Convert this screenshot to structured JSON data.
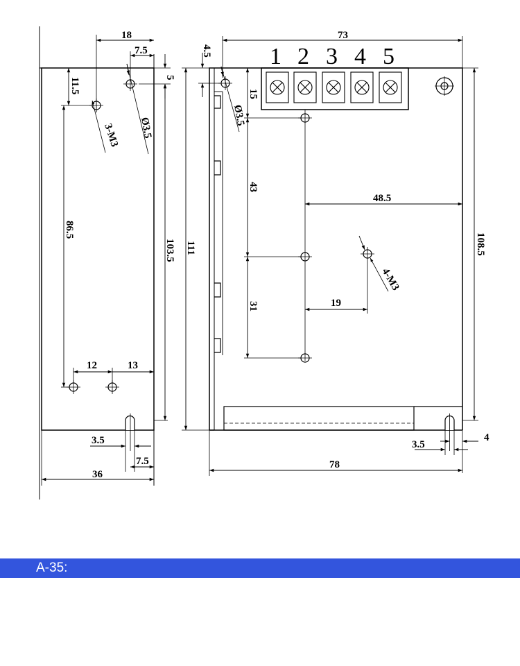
{
  "drawing": {
    "side_view": {
      "top_width": "18",
      "hole_edge_offset": "7.5",
      "hole_top_offset": "5",
      "screw_top_offset": "11.5",
      "screw_spacing": "86.5",
      "screw_callout": "3-M3",
      "hole_callout": "Ø3.5",
      "hole_height": "103.5",
      "bottom_spacing_left": "12",
      "bottom_spacing_right": "13",
      "slot_width": "3.5",
      "slot_edge_offset": "7.5",
      "total_width": "36"
    },
    "front_view": {
      "total_height": "111",
      "hole_top_offset": "4.5",
      "hole_callout": "Ø3.5",
      "terminal_width": "73",
      "terminal_labels": [
        "1",
        "2",
        "3",
        "4",
        "5"
      ],
      "terminal_to_screw": "15",
      "screw_spacing_upper": "43",
      "screw_spacing_lower": "31",
      "screw_to_edge": "48.5",
      "screw_offset": "19",
      "screw_callout": "4-M3",
      "body_height": "108.5",
      "slot_width": "3.5",
      "slot_edge_offset": "4",
      "total_width": "78"
    }
  },
  "banner": {
    "label": "A-35:"
  }
}
